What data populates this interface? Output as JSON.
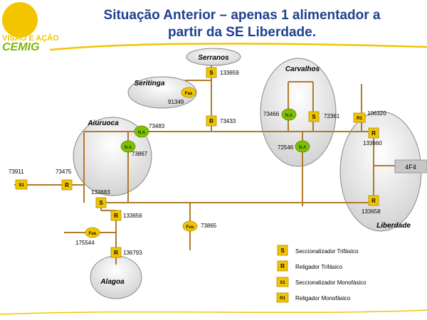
{
  "header": {
    "title_line1": "Situação Anterior – apenas 1 alimentador a",
    "title_line2": "partir da SE Liberdade.",
    "logo_text_top": "VISÃO E AÇÃO",
    "logo_text_bottom": "CEMIG"
  },
  "colors": {
    "line": "#b07a2a",
    "equipment": "#f2c500",
    "na_green": "#7ec000",
    "title": "#1f3f8f",
    "accent_yellow": "#f3c500"
  },
  "substations": {
    "serranos": "Serranos",
    "seritinga": "Seritinga",
    "carvalhos": "Carvalhos",
    "aiuruoca": "Aiuruoca",
    "liberdade": "Liberdade",
    "alagoa": "Alagoa"
  },
  "symbols": {
    "s": "S",
    "r": "R",
    "s1": "S1",
    "r1": "R1",
    "na": "N.A",
    "fus": "Fus",
    "feeder": "4F4"
  },
  "codes": {
    "c133659": "133659",
    "c91349": "91349",
    "c73433": "73433",
    "c73466": "73466",
    "c72361": "72361",
    "c106320": "106320",
    "c73483": "73483",
    "c73867": "73867",
    "c72546": "72546",
    "c133660": "133660",
    "c73911": "73911",
    "c73475": "73475",
    "c133683": "133683",
    "c133656": "133656",
    "c73865": "73865",
    "c133658": "133658",
    "c175544": "175544",
    "c136793": "136793"
  },
  "legend": {
    "items": [
      {
        "symbol": "S",
        "label": "Seccionalizador Trifásico"
      },
      {
        "symbol": "R",
        "label": "Religador Trifásico"
      },
      {
        "symbol": "S1",
        "label": "Seccionalizador Monofásico"
      },
      {
        "symbol": "R1",
        "label": "Religador  Monofásico"
      }
    ]
  }
}
